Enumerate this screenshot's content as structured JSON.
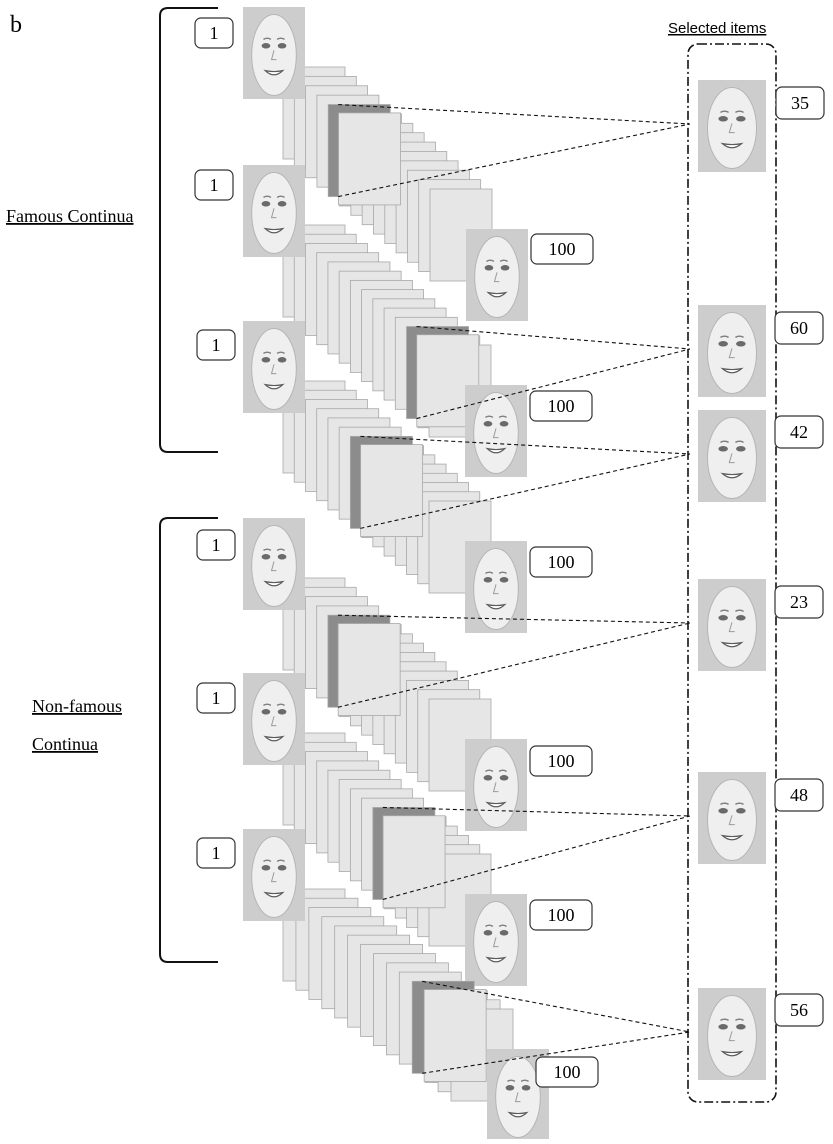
{
  "panel_label": "b",
  "selected_header": "Selected items",
  "groups": {
    "famous": "Famous Continua",
    "nonfamous_line1": "Non-famous",
    "nonfamous_line2": "Continua"
  },
  "continua": [
    {
      "group": "famous",
      "start_label": "1",
      "end_label": "100",
      "selected_label": "35"
    },
    {
      "group": "famous",
      "start_label": "1",
      "end_label": "100",
      "selected_label": "60"
    },
    {
      "group": "famous",
      "start_label": "1",
      "end_label": "100",
      "selected_label": "42"
    },
    {
      "group": "non-famous",
      "start_label": "1",
      "end_label": "100",
      "selected_label": "23"
    },
    {
      "group": "non-famous",
      "start_label": "1",
      "end_label": "100",
      "selected_label": "48"
    },
    {
      "group": "non-famous",
      "start_label": "1",
      "end_label": "100",
      "selected_label": "56"
    }
  ],
  "colors": {
    "card_fill": "#e6e6e6",
    "card_stroke": "#a8a8a8",
    "highlight_card": "#8c8c8c",
    "face_bg": "#cdcdcd",
    "face_skin": "#efefef",
    "line": "#111111"
  }
}
